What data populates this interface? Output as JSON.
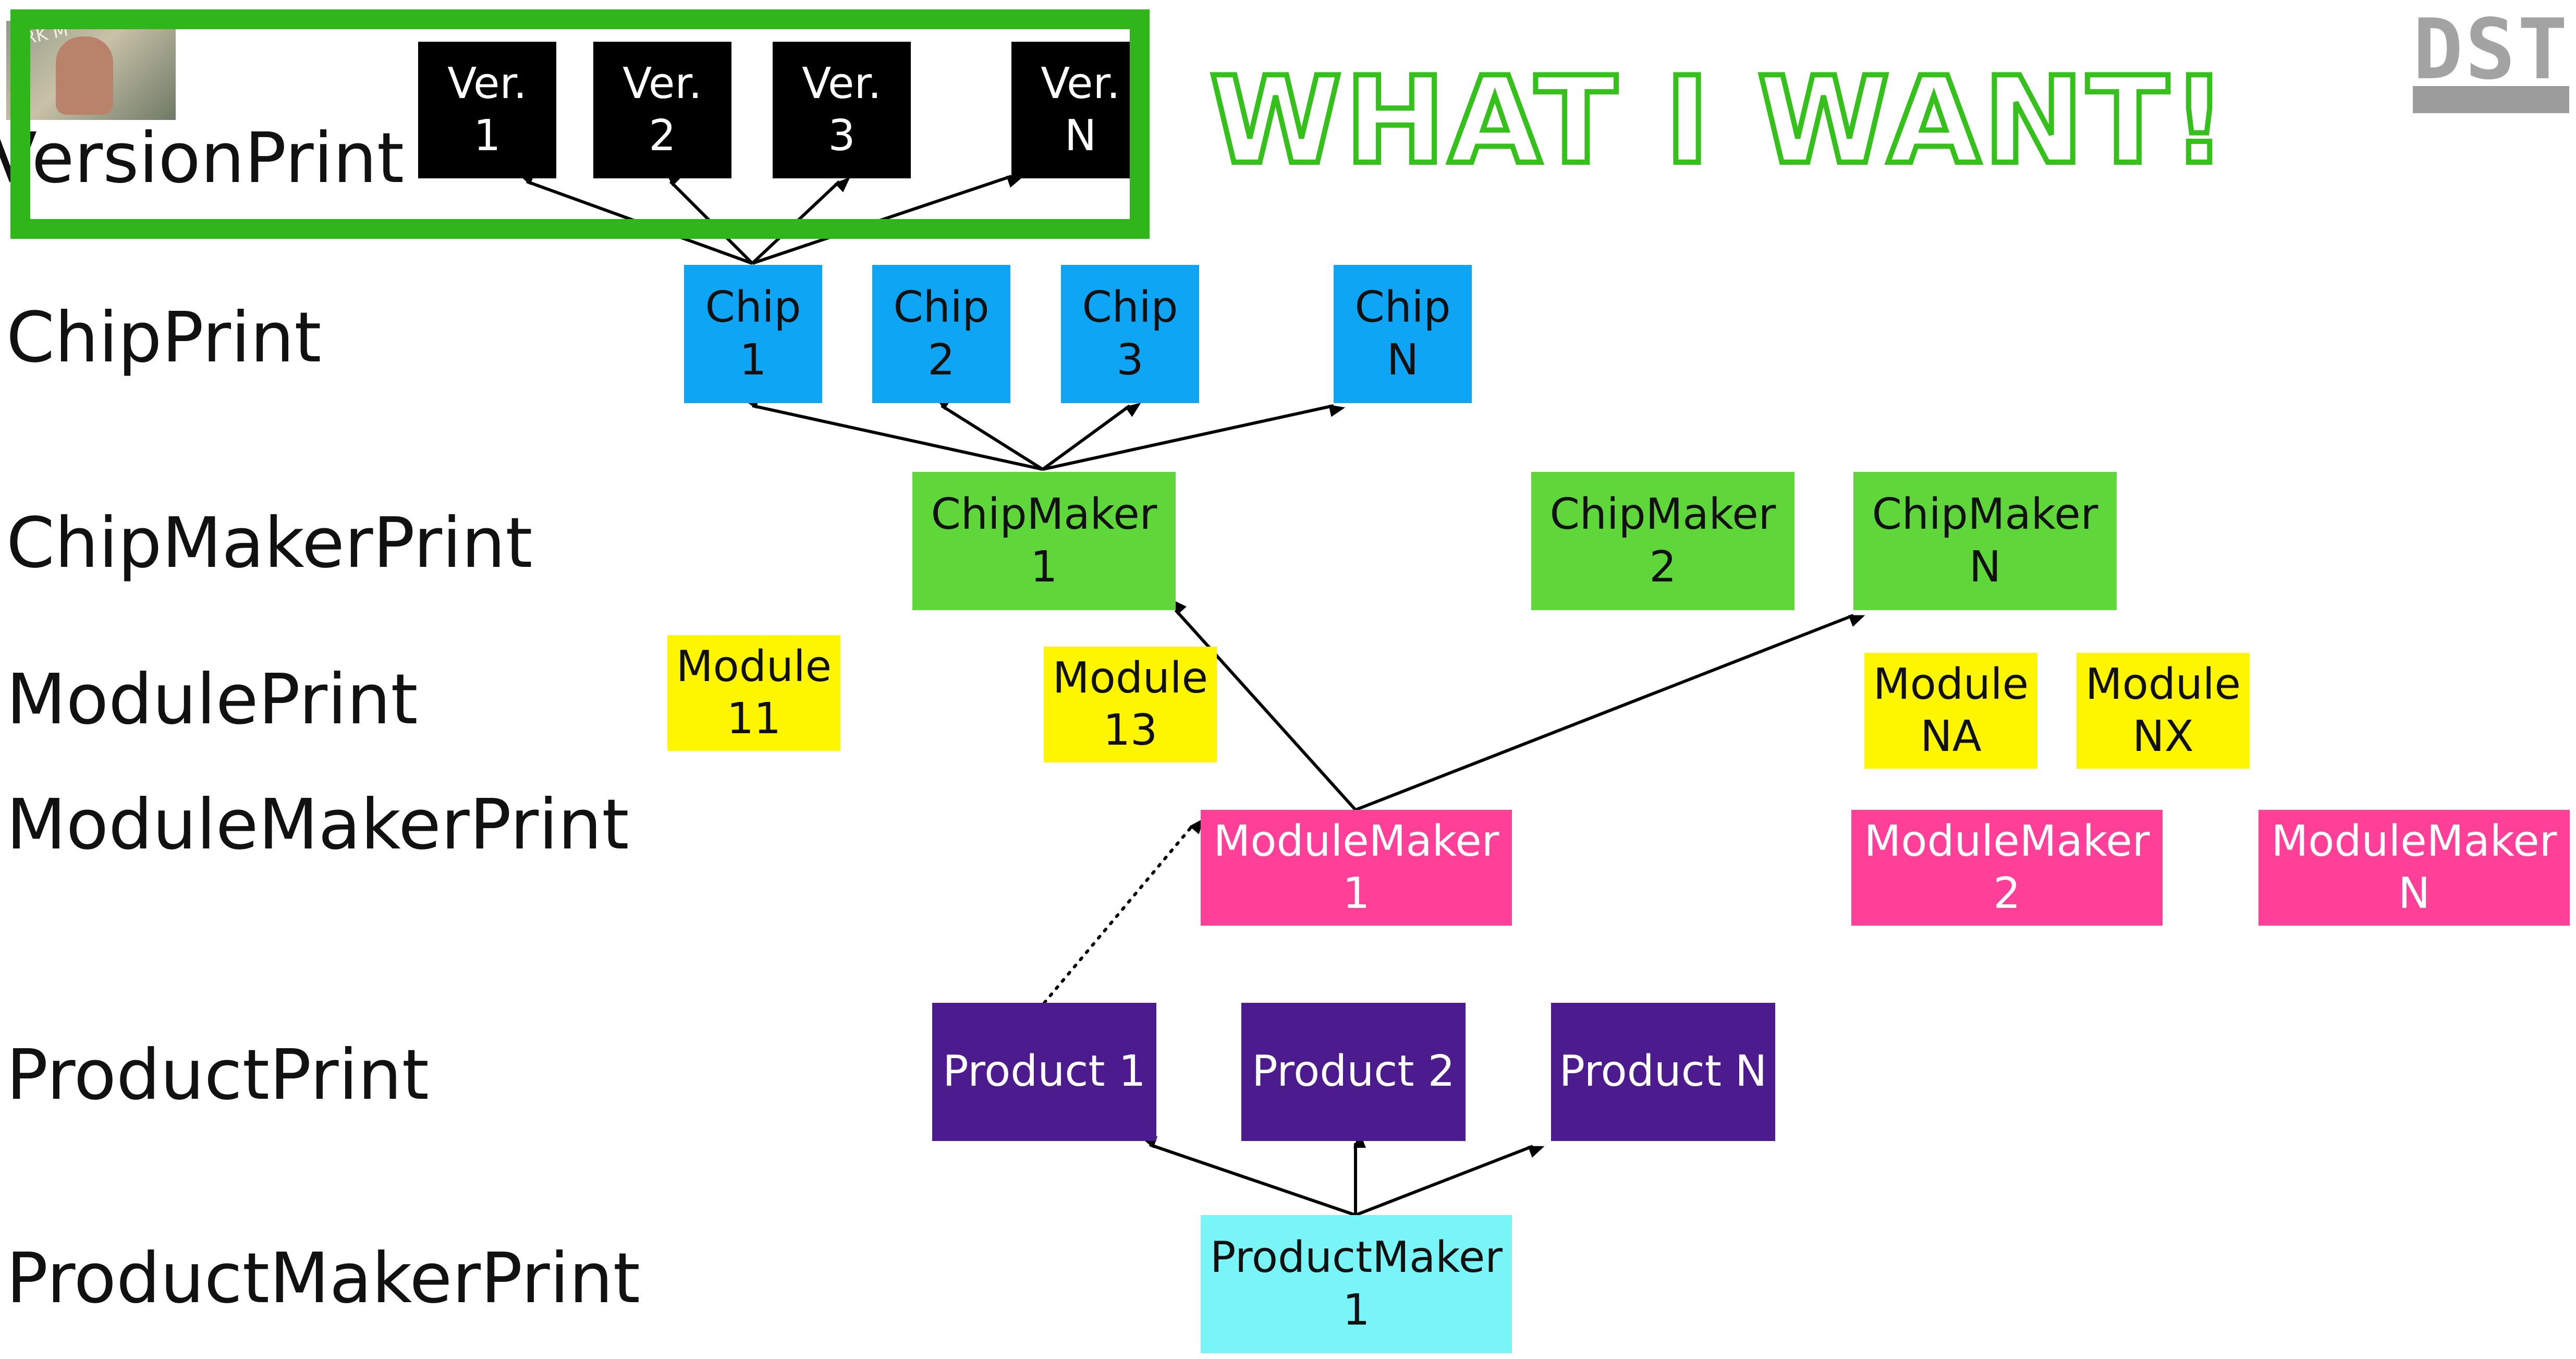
{
  "title": "WHAT I WANT!",
  "row_labels": {
    "version": "VersionPrint",
    "chip": "ChipPrint",
    "chipmaker": "ChipMakerPrint",
    "module": "ModulePrint",
    "modulemaker": "ModuleMakerPrint",
    "product": "ProductPrint",
    "productmaker": "ProductMakerPrint"
  },
  "versions": [
    "Ver.\n1",
    "Ver.\n2",
    "Ver.\n3",
    "Ver.\nN"
  ],
  "chips": [
    "Chip\n1",
    "Chip\n2",
    "Chip\n3",
    "Chip\nN"
  ],
  "chipmakers": [
    "ChipMaker\n1",
    "ChipMaker\n2",
    "ChipMaker\nN"
  ],
  "modules": [
    "Module\n11",
    "Module\n13",
    "Module\nNA",
    "Module\nNX"
  ],
  "modulemakers": [
    "ModuleMaker\n1",
    "ModuleMaker\n2",
    "ModuleMaker\nN"
  ],
  "products": [
    "Product 1",
    "Product 2",
    "Product N"
  ],
  "productmaker": "ProductMaker\n1",
  "photo_text": "ARK M",
  "logo_text": "DST",
  "colors": {
    "version": "#000000",
    "chip": "#0ea5f4",
    "chipmaker": "#5fd63a",
    "module": "#fdf600",
    "modulemaker": "#ff3f98",
    "product": "#4c1c8f",
    "productmaker": "#79f4f7",
    "highlight": "#30b61a"
  }
}
